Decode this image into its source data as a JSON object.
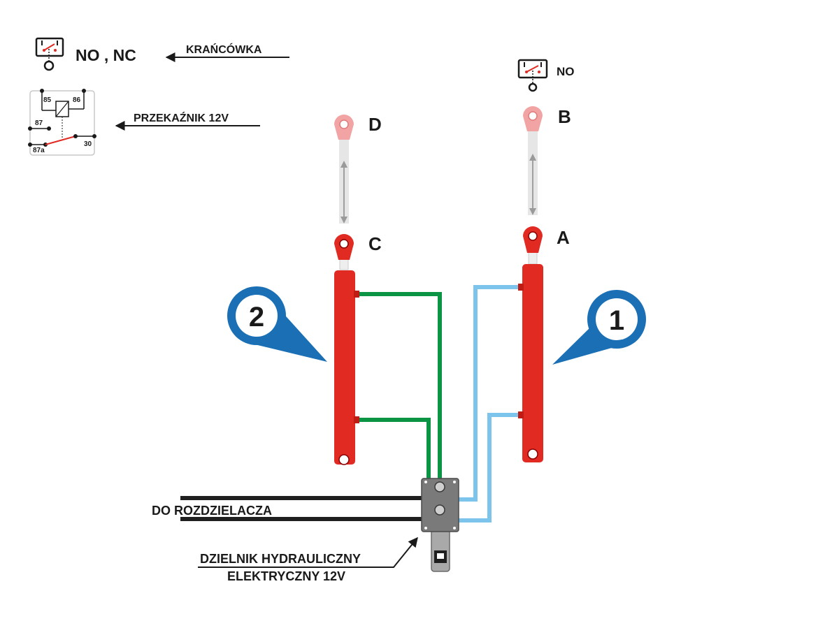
{
  "legend": {
    "limit_switch_contacts": "NO , NC",
    "limit_switch_label": "KRAŃCÓWKA",
    "relay_label": "PRZEKAŹNIK 12V",
    "relay_pins": {
      "p85": "85",
      "p86": "86",
      "p87": "87",
      "p87a": "87a",
      "p30": "30"
    }
  },
  "right_switch": {
    "contact": "NO"
  },
  "points": {
    "a": "A",
    "b": "B",
    "c": "C",
    "d": "D"
  },
  "badges": {
    "cyl1": "1",
    "cyl2": "2"
  },
  "labels": {
    "distributor": "DO ROZDZIELACZA",
    "divider_line1": "DZIELNIK HYDRAULICZNY",
    "divider_line2": "ELEKTRYCZNY 12V"
  },
  "colors": {
    "cylinder_red": "#e12a22",
    "green_hose": "#0a9444",
    "blue_hose": "#7cc4ec",
    "badge_blue": "#1a6fb5",
    "valve_grey": "#7a7a7a"
  }
}
